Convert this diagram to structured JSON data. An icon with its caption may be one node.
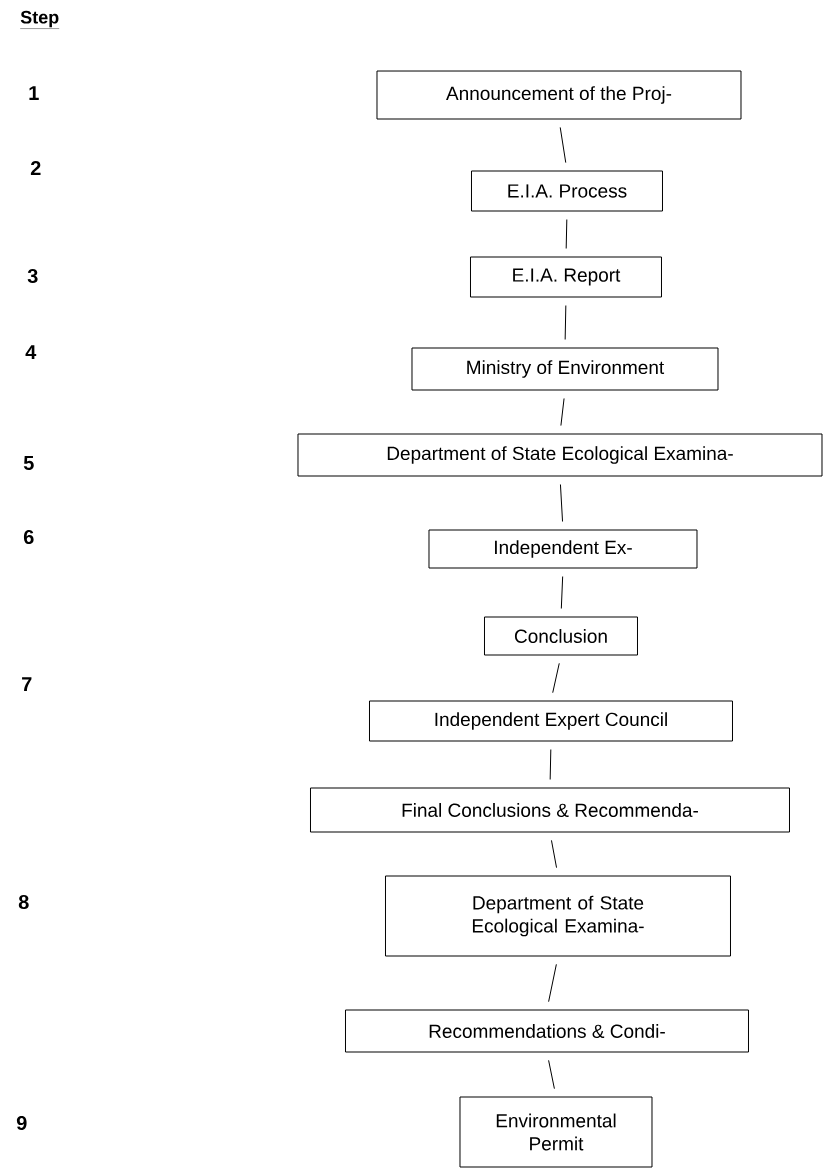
{
  "diagram": {
    "nodes": [
      {
        "text": [
          "Announcement of the Proj-"
        ]
      },
      {
        "text": [
          "E.I.A. Process"
        ]
      },
      {
        "text": [
          "E.I.A. Report"
        ]
      },
      {
        "text": [
          "Ministry of Environment"
        ]
      },
      {
        "text": [
          "Department of State Ecological Examina-"
        ]
      },
      {
        "text": [
          "Independent Ex-"
        ]
      },
      {
        "text": [
          "Conclusion"
        ]
      },
      {
        "text": [
          "Independent Expert Council"
        ]
      },
      {
        "text": [
          "Final Conclusions & Recommenda-"
        ]
      },
      {
        "text": [
          "Department of State Ecological Examina-"
        ]
      },
      {
        "text": [
          "Recommendations & Condi-"
        ]
      },
      {
        "text": [
          "Environmental Permit"
        ]
      }
    ],
    "edges": [
      {
        "from": 0,
        "to": 1,
        "arrow": "none"
      },
      {
        "from": 1,
        "to": 2,
        "arrow": "none"
      },
      {
        "from": 2,
        "to": 3,
        "arrow": "none"
      },
      {
        "from": 3,
        "to": 4,
        "arrow": "none"
      },
      {
        "from": 4,
        "to": 5,
        "arrow": "none"
      },
      {
        "from": 5,
        "to": 6,
        "arrow": "none"
      },
      {
        "from": 6,
        "to": 7,
        "arrow": "none"
      },
      {
        "from": 7,
        "to": 8,
        "arrow": "none"
      },
      {
        "from": 8,
        "to": 9,
        "arrow": "none"
      },
      {
        "from": 9,
        "to": 10,
        "arrow": "none"
      },
      {
        "from": 10,
        "to": 11,
        "arrow": "none"
      }
    ],
    "labels": [
      "Step",
      "1",
      "2",
      "3",
      "4",
      "5",
      "6",
      "7",
      "8",
      "9"
    ]
  }
}
